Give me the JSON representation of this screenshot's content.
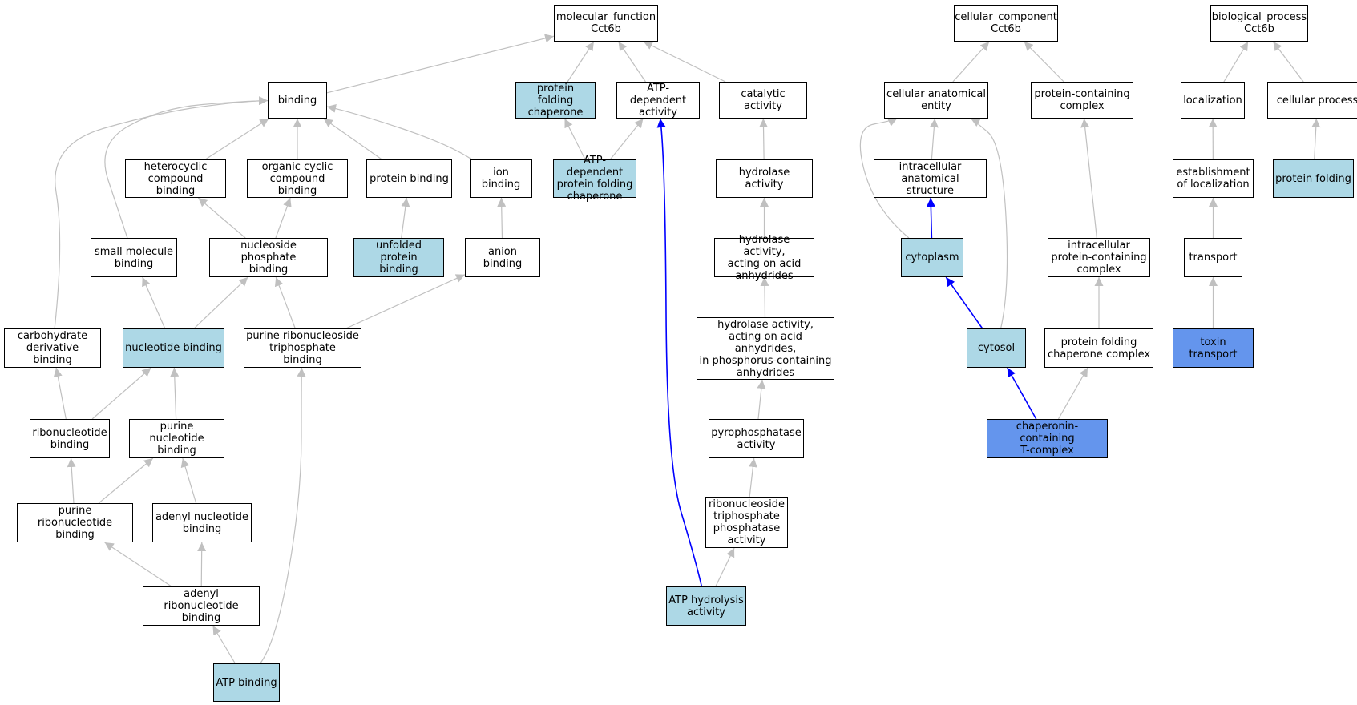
{
  "nodes": {
    "mf": {
      "label": "molecular_function\nCct6b",
      "style": "white"
    },
    "cc": {
      "label": "cellular_component\nCct6b",
      "style": "white"
    },
    "bp": {
      "label": "biological_process\nCct6b",
      "style": "white"
    },
    "binding": {
      "label": "binding",
      "style": "white"
    },
    "pfc": {
      "label": "protein folding\nchaperone",
      "style": "light"
    },
    "atpdep": {
      "label": "ATP-dependent\nactivity",
      "style": "white"
    },
    "catalytic": {
      "label": "catalytic activity",
      "style": "white"
    },
    "cae": {
      "label": "cellular anatomical\nentity",
      "style": "white"
    },
    "pcc": {
      "label": "protein-containing\ncomplex",
      "style": "white"
    },
    "localization": {
      "label": "localization",
      "style": "white"
    },
    "cellproc": {
      "label": "cellular process",
      "style": "white"
    },
    "hetero": {
      "label": "heterocyclic\ncompound binding",
      "style": "white"
    },
    "orgcyc": {
      "label": "organic cyclic\ncompound binding",
      "style": "white"
    },
    "protbind": {
      "label": "protein binding",
      "style": "white"
    },
    "ionbind": {
      "label": "ion binding",
      "style": "white"
    },
    "atpdeppfc": {
      "label": "ATP-dependent\nprotein folding\nchaperone",
      "style": "light"
    },
    "hydrolase": {
      "label": "hydrolase activity",
      "style": "white"
    },
    "intraanat": {
      "label": "intracellular\nanatomical structure",
      "style": "white"
    },
    "estloc": {
      "label": "establishment\nof localization",
      "style": "white"
    },
    "protfold": {
      "label": "protein folding",
      "style": "light"
    },
    "smallmol": {
      "label": "small molecule\nbinding",
      "style": "white"
    },
    "nsp": {
      "label": "nucleoside phosphate\nbinding",
      "style": "white"
    },
    "unfolded": {
      "label": "unfolded protein\nbinding",
      "style": "light"
    },
    "anion": {
      "label": "anion binding",
      "style": "white"
    },
    "hydacid": {
      "label": "hydrolase activity,\nacting on acid\nanhydrides",
      "style": "white"
    },
    "cytoplasm": {
      "label": "cytoplasm",
      "style": "light"
    },
    "intrapcc": {
      "label": "intracellular\nprotein-containing\ncomplex",
      "style": "white"
    },
    "transport": {
      "label": "transport",
      "style": "white"
    },
    "carbo": {
      "label": "carbohydrate\nderivative binding",
      "style": "white"
    },
    "nucbind": {
      "label": "nucleotide binding",
      "style": "light"
    },
    "prtp": {
      "label": "purine ribonucleoside\ntriphosphate\nbinding",
      "style": "white"
    },
    "hydphos": {
      "label": "hydrolase activity,\nacting on acid\nanhydrides,\nin phosphorus-containing\nanhydrides",
      "style": "white"
    },
    "cytosol": {
      "label": "cytosol",
      "style": "light"
    },
    "pfcc": {
      "label": "protein folding\nchaperone complex",
      "style": "white"
    },
    "toxin": {
      "label": "toxin transport",
      "style": "dark"
    },
    "ribonuc": {
      "label": "ribonucleotide\nbinding",
      "style": "white"
    },
    "purnuc": {
      "label": "purine nucleotide\nbinding",
      "style": "white"
    },
    "pyrophos": {
      "label": "pyrophosphatase\nactivity",
      "style": "white"
    },
    "cct": {
      "label": "chaperonin-containing\nT-complex",
      "style": "dark"
    },
    "purribonuc": {
      "label": "purine ribonucleotide\nbinding",
      "style": "white"
    },
    "adenyl": {
      "label": "adenyl nucleotide\nbinding",
      "style": "white"
    },
    "rtpp": {
      "label": "ribonucleoside\ntriphosphate\nphosphatase\nactivity",
      "style": "white"
    },
    "adenylribo": {
      "label": "adenyl ribonucleotide\nbinding",
      "style": "white"
    },
    "atphydro": {
      "label": "ATP hydrolysis\nactivity",
      "style": "light"
    },
    "atpbind": {
      "label": "ATP binding",
      "style": "light"
    }
  },
  "edges": [
    {
      "from": "binding",
      "to": "mf",
      "color": "gray"
    },
    {
      "from": "pfc",
      "to": "mf",
      "color": "gray"
    },
    {
      "from": "atpdep",
      "to": "mf",
      "color": "gray"
    },
    {
      "from": "catalytic",
      "to": "mf",
      "color": "gray"
    },
    {
      "from": "cae",
      "to": "cc",
      "color": "gray"
    },
    {
      "from": "pcc",
      "to": "cc",
      "color": "gray"
    },
    {
      "from": "localization",
      "to": "bp",
      "color": "gray"
    },
    {
      "from": "cellproc",
      "to": "bp",
      "color": "gray"
    },
    {
      "from": "hetero",
      "to": "binding",
      "color": "gray"
    },
    {
      "from": "orgcyc",
      "to": "binding",
      "color": "gray"
    },
    {
      "from": "protbind",
      "to": "binding",
      "color": "gray"
    },
    {
      "from": "ionbind",
      "to": "binding",
      "color": "gray"
    },
    {
      "from": "smallmol",
      "to": "binding",
      "color": "gray"
    },
    {
      "from": "carbo",
      "to": "binding",
      "color": "gray"
    },
    {
      "from": "atpdeppfc",
      "to": "pfc",
      "color": "gray"
    },
    {
      "from": "atpdeppfc",
      "to": "atpdep",
      "color": "gray"
    },
    {
      "from": "atphydro",
      "to": "atpdep",
      "color": "blue"
    },
    {
      "from": "hydrolase",
      "to": "catalytic",
      "color": "gray"
    },
    {
      "from": "intraanat",
      "to": "cae",
      "color": "gray"
    },
    {
      "from": "cytoplasm",
      "to": "cae",
      "color": "gray"
    },
    {
      "from": "cytosol",
      "to": "cae",
      "color": "gray"
    },
    {
      "from": "intrapcc",
      "to": "pcc",
      "color": "gray"
    },
    {
      "from": "estloc",
      "to": "localization",
      "color": "gray"
    },
    {
      "from": "protfold",
      "to": "cellproc",
      "color": "gray"
    },
    {
      "from": "nsp",
      "to": "hetero",
      "color": "gray"
    },
    {
      "from": "nsp",
      "to": "orgcyc",
      "color": "gray"
    },
    {
      "from": "unfolded",
      "to": "protbind",
      "color": "gray"
    },
    {
      "from": "anion",
      "to": "ionbind",
      "color": "gray"
    },
    {
      "from": "hydacid",
      "to": "hydrolase",
      "color": "gray"
    },
    {
      "from": "cytoplasm",
      "to": "intraanat",
      "color": "blue"
    },
    {
      "from": "transport",
      "to": "estloc",
      "color": "gray"
    },
    {
      "from": "nucbind",
      "to": "smallmol",
      "color": "gray"
    },
    {
      "from": "nucbind",
      "to": "nsp",
      "color": "gray"
    },
    {
      "from": "prtp",
      "to": "nsp",
      "color": "gray"
    },
    {
      "from": "prtp",
      "to": "anion",
      "color": "gray"
    },
    {
      "from": "hydphos",
      "to": "hydacid",
      "color": "gray"
    },
    {
      "from": "cytosol",
      "to": "cytoplasm",
      "color": "blue"
    },
    {
      "from": "pfcc",
      "to": "intrapcc",
      "color": "gray"
    },
    {
      "from": "toxin",
      "to": "transport",
      "color": "gray"
    },
    {
      "from": "ribonuc",
      "to": "carbo",
      "color": "gray"
    },
    {
      "from": "ribonuc",
      "to": "nucbind",
      "color": "gray"
    },
    {
      "from": "purnuc",
      "to": "nucbind",
      "color": "gray"
    },
    {
      "from": "pyrophos",
      "to": "hydphos",
      "color": "gray"
    },
    {
      "from": "cct",
      "to": "cytosol",
      "color": "blue"
    },
    {
      "from": "cct",
      "to": "pfcc",
      "color": "gray"
    },
    {
      "from": "purribonuc",
      "to": "ribonuc",
      "color": "gray"
    },
    {
      "from": "purribonuc",
      "to": "purnuc",
      "color": "gray"
    },
    {
      "from": "adenyl",
      "to": "purnuc",
      "color": "gray"
    },
    {
      "from": "rtpp",
      "to": "pyrophos",
      "color": "gray"
    },
    {
      "from": "adenylribo",
      "to": "purribonuc",
      "color": "gray"
    },
    {
      "from": "adenylribo",
      "to": "adenyl",
      "color": "gray"
    },
    {
      "from": "atphydro",
      "to": "rtpp",
      "color": "gray"
    },
    {
      "from": "atpbind",
      "to": "adenylribo",
      "color": "gray"
    },
    {
      "from": "atpbind",
      "to": "prtp",
      "color": "gray"
    }
  ],
  "colors": {
    "white": "#ffffff",
    "light": "#add8e6",
    "dark": "#6495ed",
    "gray": "#c0c0c0",
    "blue": "#0000ff",
    "border": "#000000"
  }
}
